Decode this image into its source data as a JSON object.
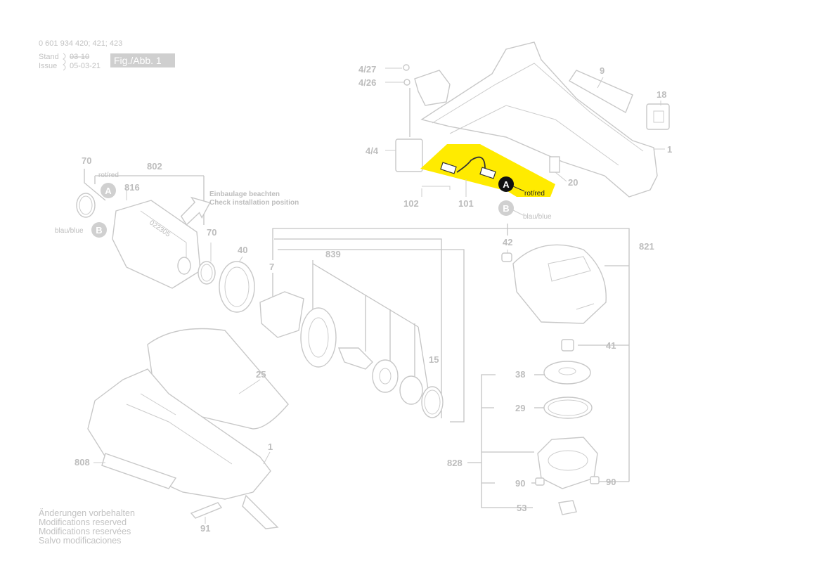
{
  "header": {
    "part_number": "0 601 934 420; 421; 423",
    "stand_label": "Stand",
    "stand_value": "03-10",
    "issue_label": "Issue",
    "issue_value": "05-03-21",
    "figure_label": "Fig./Abb. 1"
  },
  "notes": {
    "install_de": "Einbaulage beachten",
    "install_en": "Check installation position"
  },
  "connectors": {
    "a_letter": "A",
    "a_label": "rot/red",
    "b_letter": "B",
    "b_label": "blau/blue"
  },
  "parts": {
    "p427": "4/27",
    "p426": "4/26",
    "p44": "4/4",
    "p9": "9",
    "p18": "18",
    "p1_top": "1",
    "p20": "20",
    "p102": "102",
    "p101": "101",
    "p70_top": "70",
    "p802": "802",
    "p816": "816",
    "p70_mid": "70",
    "p40": "40",
    "p7": "7",
    "p839": "839",
    "p15": "15",
    "p25": "25",
    "p1_bottom": "1",
    "p808": "808",
    "p91": "91",
    "p42": "42",
    "p821": "821",
    "p41": "41",
    "p38": "38",
    "p29": "29",
    "p828": "828",
    "p90_left": "90",
    "p90_right": "90",
    "p53": "53"
  },
  "footer": {
    "line1": "Änderungen vorbehalten",
    "line2": "Modifications reserved",
    "line3": "Modifications reservées",
    "line4": "Salvo modificaciones"
  },
  "highlight_color": "#ffeb00",
  "marker_dark": "#111111",
  "marker_light": "#d0d0d0"
}
